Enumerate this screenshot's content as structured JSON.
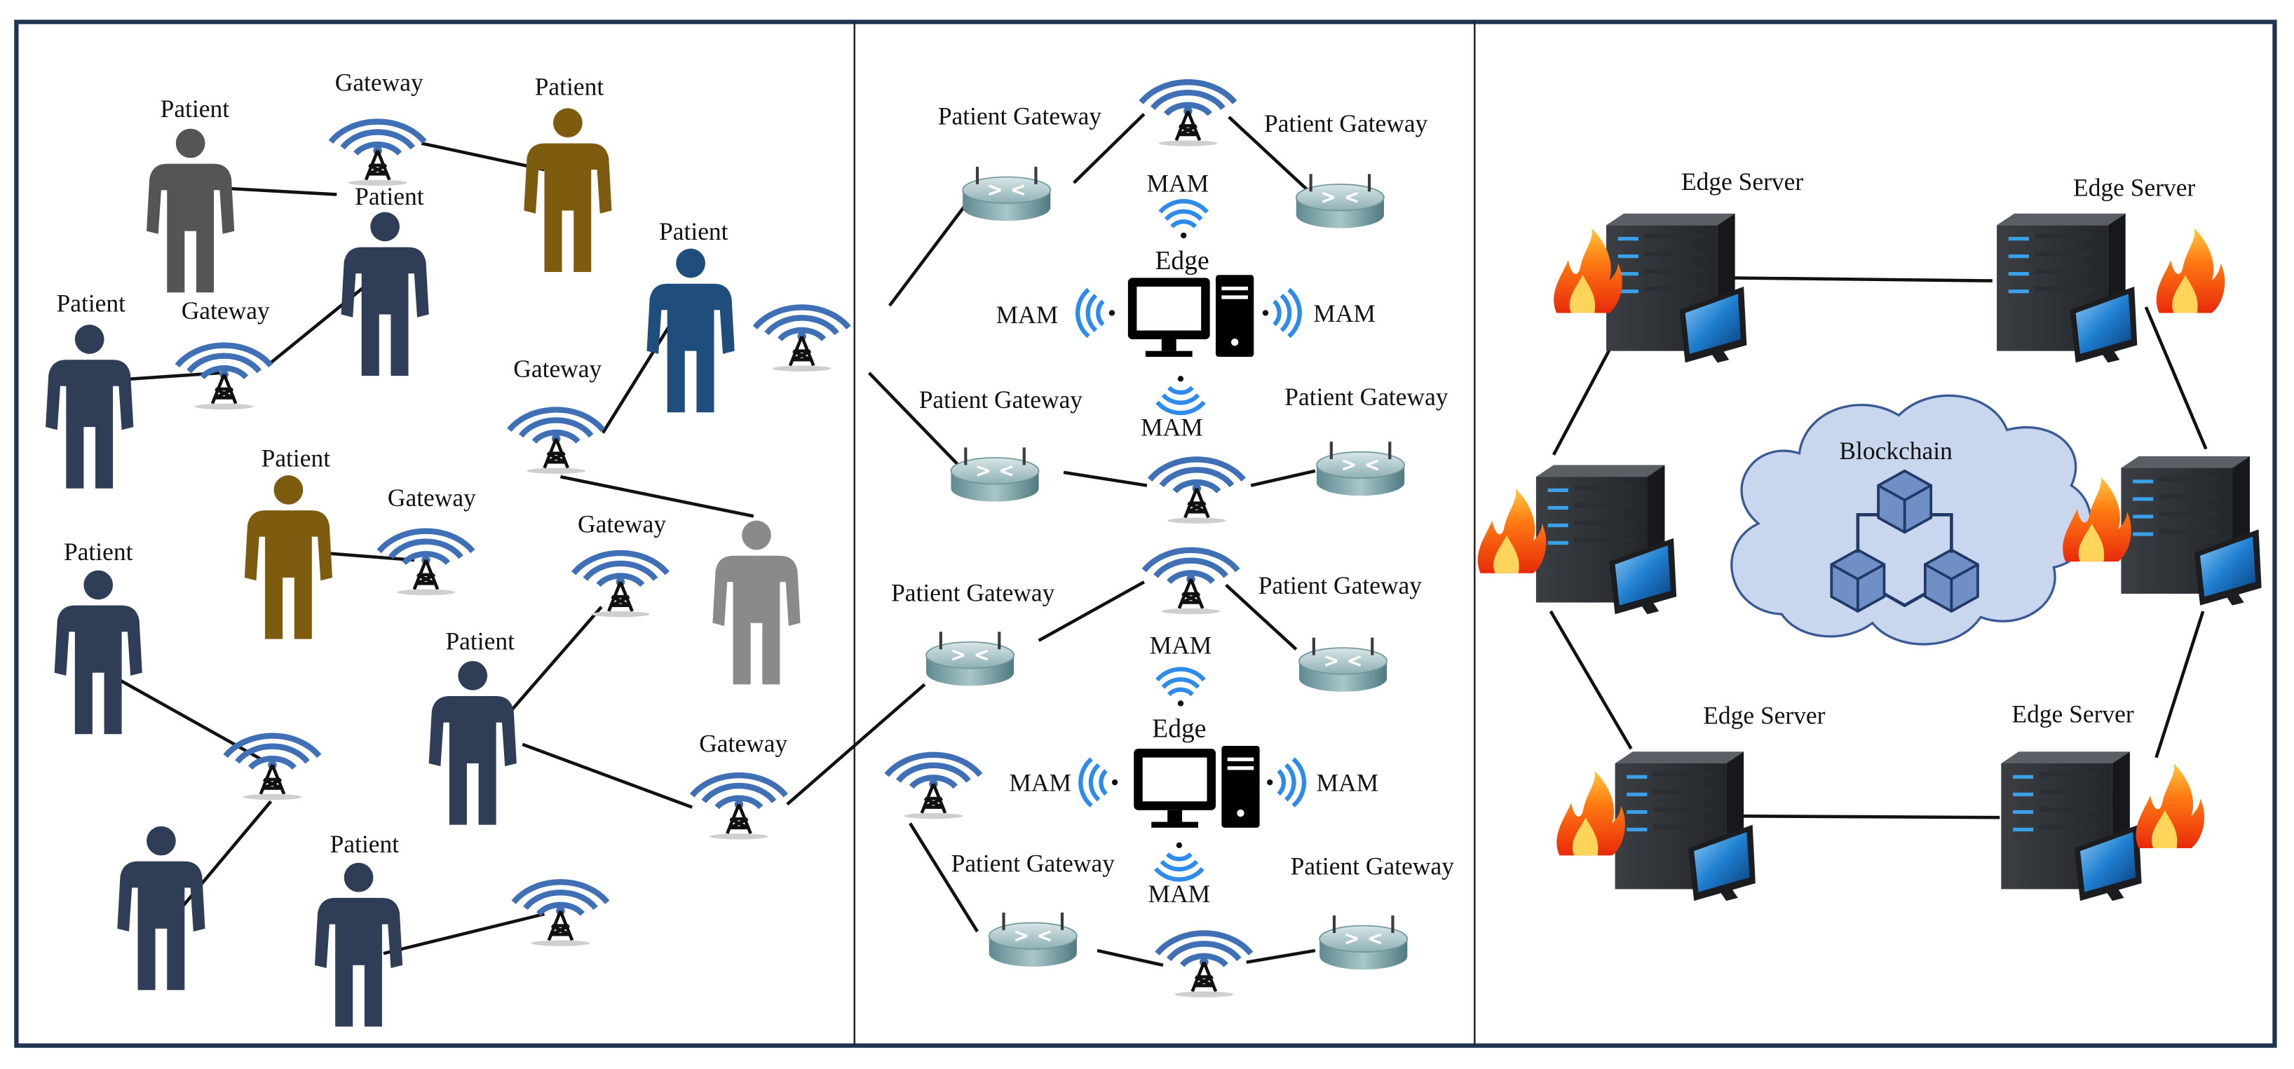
{
  "colors": {
    "frame": "#1f3450",
    "person_dark": "#2f3e56",
    "person_gray": "#555555",
    "person_light": "#8a8a8a",
    "person_gold": "#7d5c10",
    "person_blue": "#1f4e7d",
    "wifi_arc": "#3f6fb4",
    "mam_wave": "#2f8bea",
    "cloud_fill": "#c8d6ee",
    "cloud_stroke": "#3a5a95"
  },
  "labels": {
    "patient": "Patient",
    "gateway": "Gateway",
    "patient_gateway": "Patient Gateway",
    "mam": "MAM",
    "edge": "Edge",
    "edge_server": "Edge Server",
    "blockchain": "Blockchain"
  },
  "icons": {
    "patient": "person-icon",
    "gateway": "wifi-tower-icon",
    "router": "router-icon",
    "computer": "computer-icon",
    "server": "edge-server-icon",
    "fire": "firewall-flame-icon",
    "blockchain": "blockchain-cubes-icon",
    "cloud": "cloud-icon"
  },
  "panels": [
    "iot-patients-panel",
    "edge-layer-panel",
    "blockchain-layer-panel"
  ]
}
